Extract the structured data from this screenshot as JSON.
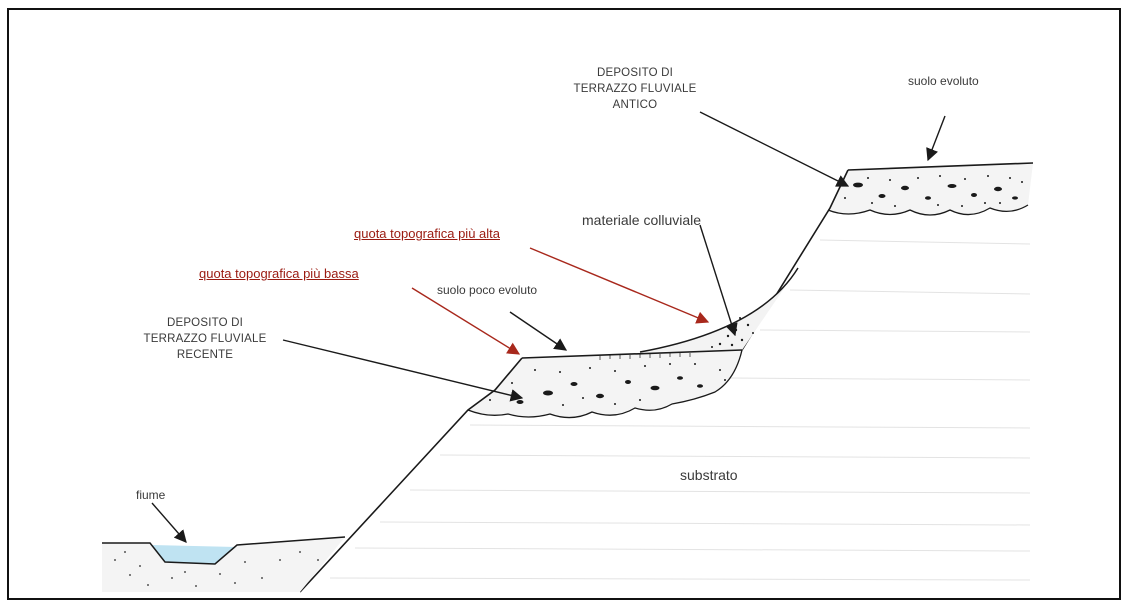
{
  "labels": {
    "deposito_antico": [
      "DEPOSITO DI",
      "TERRAZZO FLUVIALE",
      "ANTICO"
    ],
    "suolo_evoluto": "suolo evoluto",
    "materiale_colluviale": "materiale colluviale",
    "quota_alta": "quota topografica più alta",
    "quota_bassa": "quota topografica più bassa",
    "suolo_poco_evoluto": "suolo poco evoluto",
    "deposito_recente": [
      "DEPOSITO DI",
      "TERRAZZO FLUVIALE",
      "RECENTE"
    ],
    "fiume": "fiume",
    "substrato": "substrato"
  },
  "colors": {
    "red_label": "#9a1a10",
    "red_arrow": "#a8281c",
    "ink": "#1a1a1a",
    "water": "#bfe3f2",
    "text": "#3a3a3a"
  }
}
